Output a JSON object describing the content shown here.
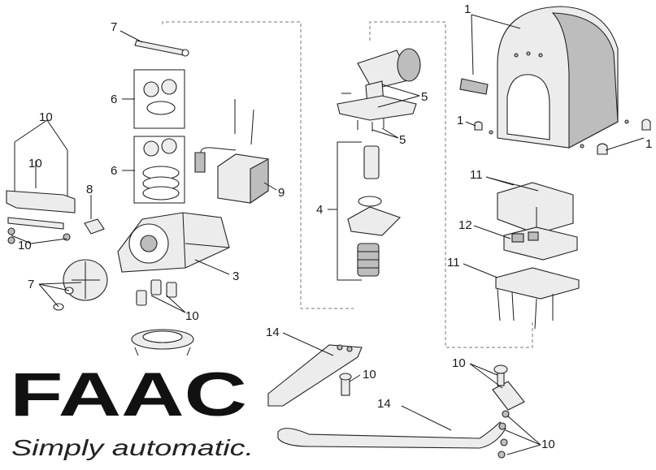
{
  "brand": {
    "logo_text": "FAAC",
    "tagline": "Simply automatic."
  },
  "callouts": {
    "c1a": "1",
    "c1b": "1",
    "c1c": "1",
    "c3": "3",
    "c4": "4",
    "c5a": "5",
    "c5b": "5",
    "c6a": "6",
    "c6b": "6",
    "c7a": "7",
    "c7b": "7",
    "c8": "8",
    "c9": "9",
    "c10a": "10",
    "c10b": "10",
    "c10c": "10",
    "c10d": "10",
    "c10e": "10",
    "c10f": "10",
    "c10g": "10",
    "c11a": "11",
    "c11b": "11",
    "c12": "12",
    "c14a": "14",
    "c14b": "14"
  },
  "colors": {
    "ink": "#1a1a1a",
    "dash": "#777777",
    "part_fill": "#ececec"
  }
}
